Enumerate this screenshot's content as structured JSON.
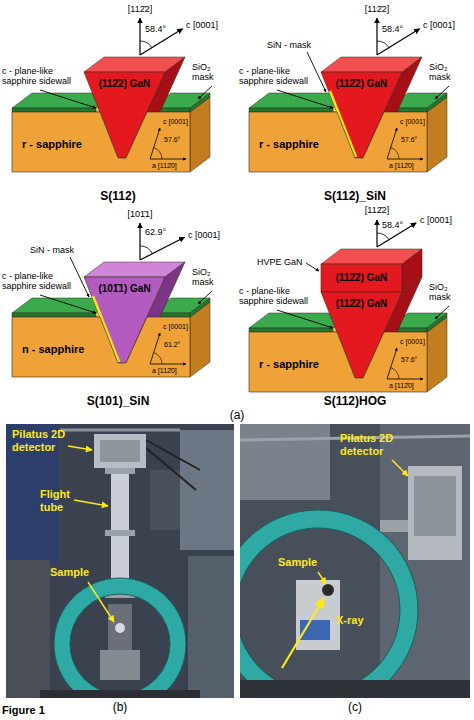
{
  "diagram": {
    "caption": "Figure 1",
    "nodes": [
      {
        "text": [
          "(112̄2) GaN"
        ]
      },
      {
        "text": [
          "r - sapphire"
        ]
      },
      {
        "text": [
          "(112̄2) GaN"
        ]
      },
      {
        "text": [
          "r - sapphire"
        ]
      },
      {
        "text": [
          "(101̄1) GaN"
        ]
      },
      {
        "text": [
          "n - sapphire"
        ]
      },
      {
        "text": [
          "(112̄2) GaN"
        ]
      },
      {
        "text": [
          "(112̄2) GaN"
        ]
      },
      {
        "text": [
          "r - sapphire"
        ]
      }
    ],
    "labels": [
      "[112̄2]",
      "58.4°",
      "c [0001]",
      "SiO₂ mask",
      "c - plane-like sapphire sidewall",
      "c [0001]",
      "57.6°",
      "a [112̄0]",
      "S(112)",
      "[112̄2]",
      "58.4°",
      "c [0001]",
      "SiN - mask",
      "SiO₂ mask",
      "c - plane-like sapphire sidewall",
      "c [0001]",
      "57.6°",
      "a [112̄0]",
      "S(112)_SiN",
      "[101̄1]",
      "62.9°",
      "c [0001]",
      "SiN - mask",
      "SiO₂ mask",
      "c - plane-like sapphire sidewall",
      "c [0001]",
      "61.2°",
      "a [112̄0]",
      "S(101)_SiN",
      "[112̄2]",
      "58.4°",
      "c [0001]",
      "HVPE GaN",
      "SiO₂ mask",
      "c - plane-like sapphire sidewall",
      "c [0001]",
      "57.6°",
      "a [112̄0]",
      "S(112)HOG",
      "(a)",
      "Pilatus 2D detector",
      "Flight tube",
      "Sample",
      "(b)",
      "Pilatus 2D detector",
      "Sample",
      "X-ray",
      "(c)"
    ]
  }
}
